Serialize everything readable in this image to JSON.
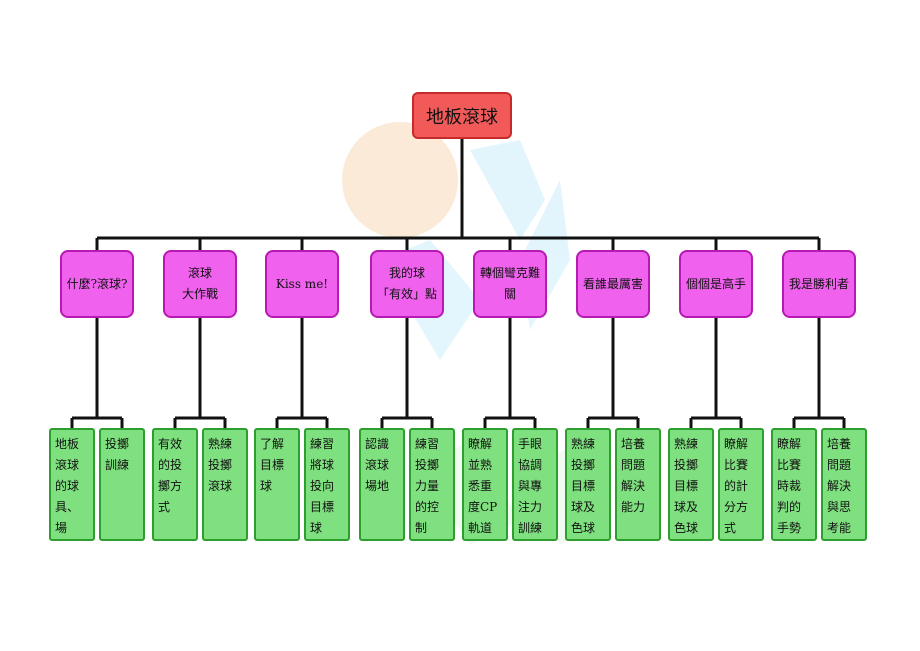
{
  "diagram": {
    "root": {
      "label": "地板滾球"
    },
    "categories": [
      {
        "label": "什麼?滾球?",
        "tasks": [
          "地板滾球的球具、場地、輔具",
          "投擲訓練"
        ]
      },
      {
        "label": "滾球\n大作戰",
        "tasks": [
          "有效的投擲方式",
          "熟練投擲滾球"
        ]
      },
      {
        "label": "Kiss me!",
        "tasks": [
          "了解目標球",
          "練習將球投向目標球"
        ]
      },
      {
        "label": "我的球\n「有效」點",
        "tasks": [
          "認識滾球場地",
          "練習投擲力量的控制"
        ]
      },
      {
        "label": "轉個彎克難關",
        "tasks": [
          "瞭解並熟悉重度CP軌道器",
          "手眼協調與專注力訓練"
        ]
      },
      {
        "label": "看誰最厲害",
        "tasks": [
          "熟練投擲目標球及色球",
          "培養問題解決能力"
        ]
      },
      {
        "label": "個個是高手",
        "tasks": [
          "熟練投擲目標球及色球",
          "瞭解比賽的計分方式"
        ]
      },
      {
        "label": "我是勝利者",
        "tasks": [
          "瞭解比賽時裁判的手勢",
          "培養問題解決與思考能力"
        ]
      }
    ],
    "colors": {
      "root": "#f25a5a",
      "category": "#f061ee",
      "task": "#7fe07f",
      "connector": "#111111"
    }
  }
}
